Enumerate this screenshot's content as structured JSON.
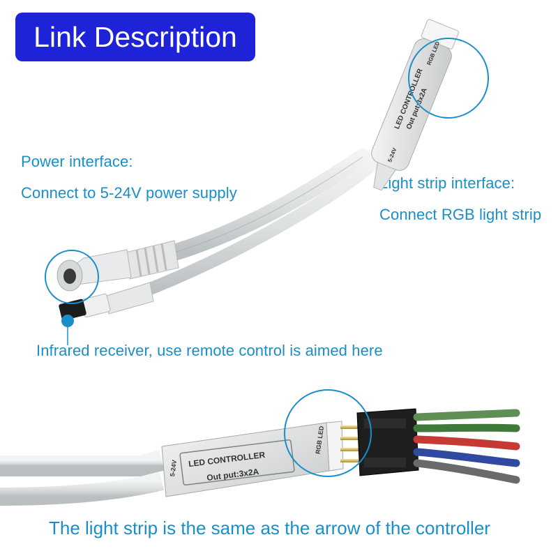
{
  "title": "Link Description",
  "labels": {
    "power_line1": "Power interface:",
    "power_line2": "Connect to 5-24V power supply",
    "strip_line1": "Light strip interface:",
    "strip_line2": "Connect RGB light strip",
    "infrared": "Infrared receiver, use remote control is aimed here",
    "bottom_caption": "The light strip is the same as the arrow of the controller"
  },
  "controller_top": {
    "name": "LED CONTROLLER",
    "output": "Out put:3x2A",
    "voltage": "5-24V",
    "rgb": "RGB LED"
  },
  "controller_bottom": {
    "name": "LED CONTROLLER",
    "output": "Out put:3x2A",
    "voltage": "5-24V",
    "rgb": "RGB LED"
  },
  "colors": {
    "title_bg": "#1e23d8",
    "label_text": "#1a8ec9",
    "highlight_circle": "#1a8ec9"
  }
}
